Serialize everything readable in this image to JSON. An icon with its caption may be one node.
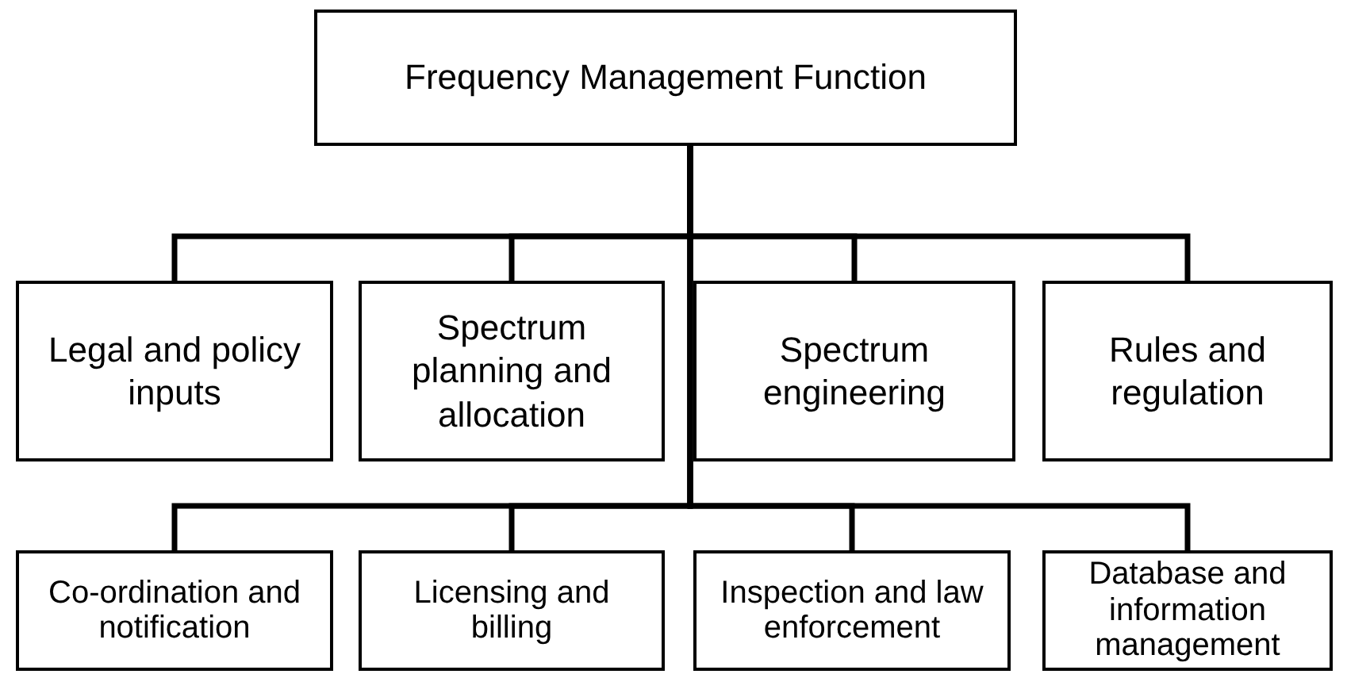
{
  "diagram": {
    "nodes": [
      {
        "text": [
          "Frequency Management Function"
        ]
      },
      {
        "text": [
          "Legal and policy inputs"
        ]
      },
      {
        "text": [
          "Spectrum planning and allocation"
        ]
      },
      {
        "text": [
          "Spectrum engineering"
        ]
      },
      {
        "text": [
          "Rules and regulation"
        ]
      },
      {
        "text": [
          "Co-ordination and notification"
        ]
      },
      {
        "text": [
          "Licensing and billing"
        ]
      },
      {
        "text": [
          "Inspection and law enforcement"
        ]
      },
      {
        "text": [
          "Database and information management"
        ]
      }
    ],
    "edges": [
      {
        "from": 0,
        "to": 1,
        "arrow": "none"
      },
      {
        "from": 0,
        "to": 2,
        "arrow": "none"
      },
      {
        "from": 0,
        "to": 3,
        "arrow": "none"
      },
      {
        "from": 0,
        "to": 4,
        "arrow": "none"
      },
      {
        "from": 0,
        "to": 5,
        "arrow": "none"
      },
      {
        "from": 0,
        "to": 6,
        "arrow": "none"
      },
      {
        "from": 0,
        "to": 7,
        "arrow": "none"
      },
      {
        "from": 0,
        "to": 8,
        "arrow": "none"
      }
    ]
  }
}
